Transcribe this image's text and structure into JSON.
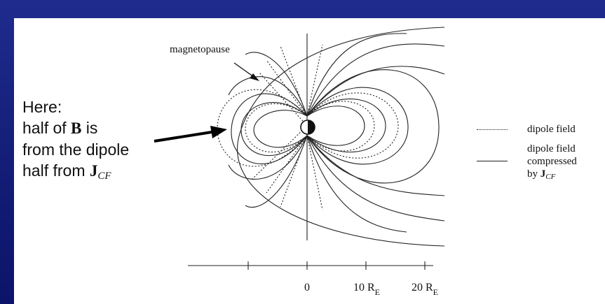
{
  "diagram": {
    "magnetopause_label": "magnetopause",
    "axis": {
      "tick_zero": "0",
      "tick_10": "10 R",
      "tick_20": "20 R",
      "unit_sub": "E"
    }
  },
  "callout": {
    "line1": "Here:",
    "line2_pre": "half of ",
    "line2_bold": "B",
    "line2_post": " is",
    "line3": "from the dipole",
    "line4_pre": "half from ",
    "line4_bold": "J",
    "line4_sub": "CF"
  },
  "legend": {
    "dipole_label": "dipole field",
    "compressed_line1": "dipole field",
    "compressed_line2": "compressed",
    "compressed_by": "by ",
    "compressed_bold": "J",
    "compressed_sub": "CF"
  },
  "colors": {
    "background_blue": "#15207a",
    "ink": "#111111"
  }
}
